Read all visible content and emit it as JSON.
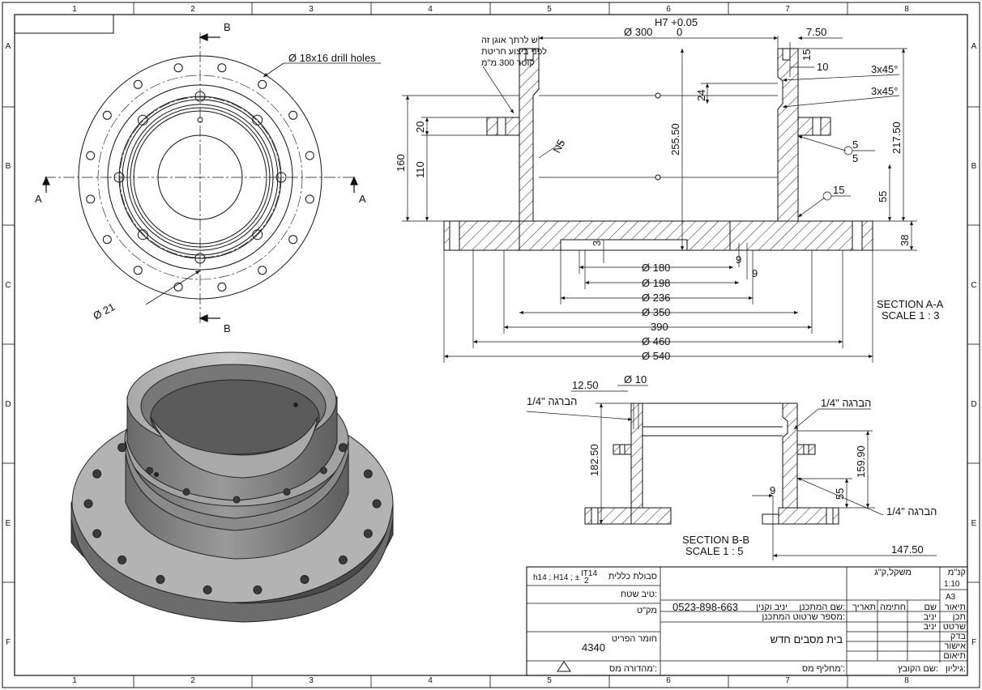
{
  "frame": {
    "columns": [
      "1",
      "2",
      "3",
      "4",
      "5",
      "6",
      "7",
      "8"
    ],
    "rows": [
      "A",
      "B",
      "C",
      "D",
      "E",
      "F"
    ]
  },
  "top_view": {
    "section_markers": {
      "a": "A",
      "b": "B"
    },
    "holes_note": "Ø 18x16 drill holes",
    "hole_dia": "Ø 21"
  },
  "section_aa": {
    "title": "SECTION A-A",
    "scale": "SCALE 1 : 3",
    "note_lines": [
      "יש לרתך אוגן זה",
      "לפני ביצוע חריטת",
      "קוטר 300 מ\"מ"
    ],
    "tol": "H7 +0.05",
    "tol_low": "0",
    "d300": "Ø 300",
    "d750": "7.50",
    "d15": "15",
    "d10": "10",
    "chamfer1": "3x45°",
    "chamfer2": "3x45°",
    "d24": "24",
    "d25550": "255.50",
    "d21750": "217.50",
    "d20": "20",
    "d110": "110",
    "d160": "160",
    "d55": "55",
    "d38": "38",
    "d3": "3",
    "d9a": "9",
    "d9b": "9",
    "roughness": "N5",
    "weld1_a": "5",
    "weld1_b": "5",
    "weld2": "15",
    "d180": "Ø 180",
    "d198": "Ø 198",
    "d236": "Ø 236",
    "d350": "Ø 350",
    "d390": "390",
    "d460": "Ø 460",
    "d540": "Ø 540"
  },
  "section_bb": {
    "title": "SECTION B-B",
    "scale": "SCALE 1 : 5",
    "d1250": "12.50",
    "d10": "Ø 10",
    "thread1": "1/4\" הברגה",
    "thread2": "1/4\" הברגה",
    "thread3": "1/4\" הברגה",
    "d18250": "182.50",
    "d15990": "159.90",
    "d55": "55",
    "d9": "9",
    "d14750": "147.50"
  },
  "title_block": {
    "general_tol_label": "סבולת כללית",
    "general_tol_value": "h14 ; H14 ; ±",
    "tol_frac_top": "IT14",
    "tol_frac_bottom": "2",
    "surface_label": "טיב שטח:",
    "catalog_label": "מק\"ט",
    "material_label": "חומר הפריט",
    "material_value": "4340",
    "revision_label": "מהדורה מס':",
    "phone": "0523-898-663",
    "designer_label": "שם המתכנן:",
    "designer_value": "יניב וקנין",
    "drawing_no_label": "מספר שרטוט המתכנן:",
    "part_title": "בית מסבים חדש",
    "replaces_label": "מחליף מס':",
    "file_label": "שם הקובץ:",
    "sheet_label": "גיליון:",
    "weight_label": "משקל,ק\"ג",
    "scale_label": "קנ\"מ",
    "scale_value": "1:10",
    "size_value": "A3",
    "col_date": "תאריך",
    "col_sign": "חתימה",
    "col_name": "שם",
    "col_desc": "תיאור",
    "row_designed": "תכן",
    "row_drawn": "שרטט",
    "row_checked": "בדק",
    "row_approved": "אישור",
    "row_coord": "תיאום",
    "designed_by": "יניב",
    "drawn_by": "יניב"
  }
}
